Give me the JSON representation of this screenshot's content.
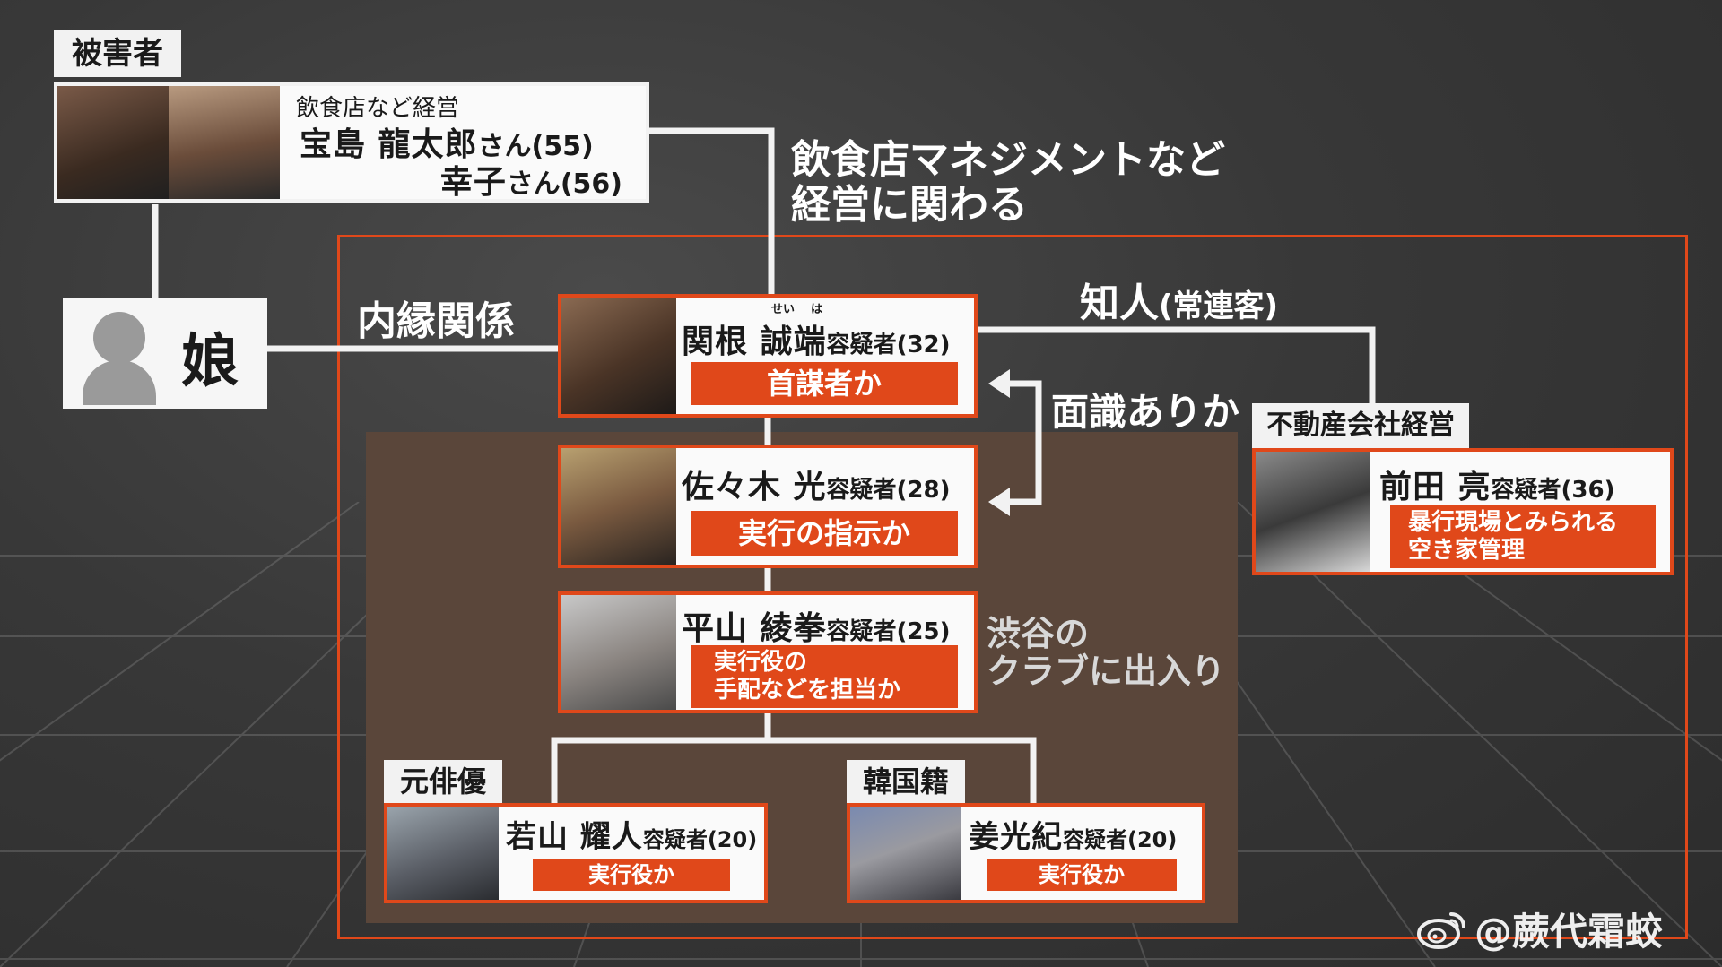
{
  "victim": {
    "tag": "被害者",
    "business": "飲食店など経営",
    "husband_name": "宝島 龍太郎",
    "husband_suffix": "さん(55)",
    "wife_name": "幸子",
    "wife_suffix": "さん(56)"
  },
  "daughter": {
    "label": "娘"
  },
  "annotations": {
    "relation_inlaw": "内縁関係",
    "management_line1": "飲食店マネジメントなど",
    "management_line2": "経営に関わる",
    "acquaintance_main": "知人",
    "acquaintance_sub": "(常連客)",
    "acquainted": "面識ありか",
    "shibuya_line1": "渋谷の",
    "shibuya_line2": "クラブに出入り"
  },
  "suspects": {
    "sekine": {
      "surname": "関根",
      "given": "誠端",
      "ruby_sei": "せい",
      "ruby_ha": "は",
      "suffix": "容疑者(32)",
      "role": "首謀者か"
    },
    "sasaki": {
      "name": "佐々木 光",
      "suffix": "容疑者(28)",
      "role": "実行の指示か"
    },
    "hirayama": {
      "name": "平山 綾拳",
      "suffix": "容疑者(25)",
      "role_line1": "実行役の",
      "role_line2": "手配などを担当か"
    },
    "wakayama": {
      "tag": "元俳優",
      "name": "若山 耀人",
      "suffix": "容疑者(20)",
      "role": "実行役か"
    },
    "kyo": {
      "tag": "韓国籍",
      "name": "姜光紀",
      "suffix": "容疑者(20)",
      "role": "実行役か"
    },
    "maeda": {
      "tag": "不動産会社経営",
      "name": "前田 亮",
      "suffix": "容疑者(36)",
      "role_line1": "暴行現場とみられる",
      "role_line2": "空き家管理"
    }
  },
  "watermark": "@蕨代霜蛟",
  "colors": {
    "accent": "#e0481a",
    "panel": "#5a463a",
    "card": "#fafafa",
    "background": "#383838"
  }
}
